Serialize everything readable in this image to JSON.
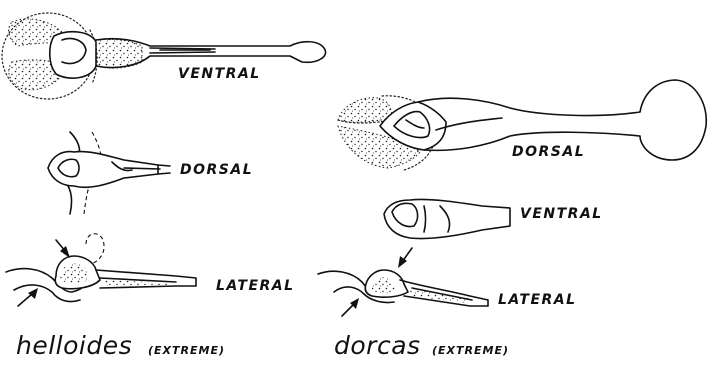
{
  "labels": {
    "helloides_ventral": "VENTRAL",
    "helloides_dorsal": "DORSAL",
    "helloides_lateral": "LATERAL",
    "dorcas_dorsal": "DORSAL",
    "dorcas_ventral": "VENTRAL",
    "dorcas_lateral": "LATERAL"
  },
  "species": {
    "left_name": "helloides",
    "left_qualifier": "(EXTREME)",
    "right_name": "dorcas",
    "right_qualifier": "(EXTREME)"
  }
}
